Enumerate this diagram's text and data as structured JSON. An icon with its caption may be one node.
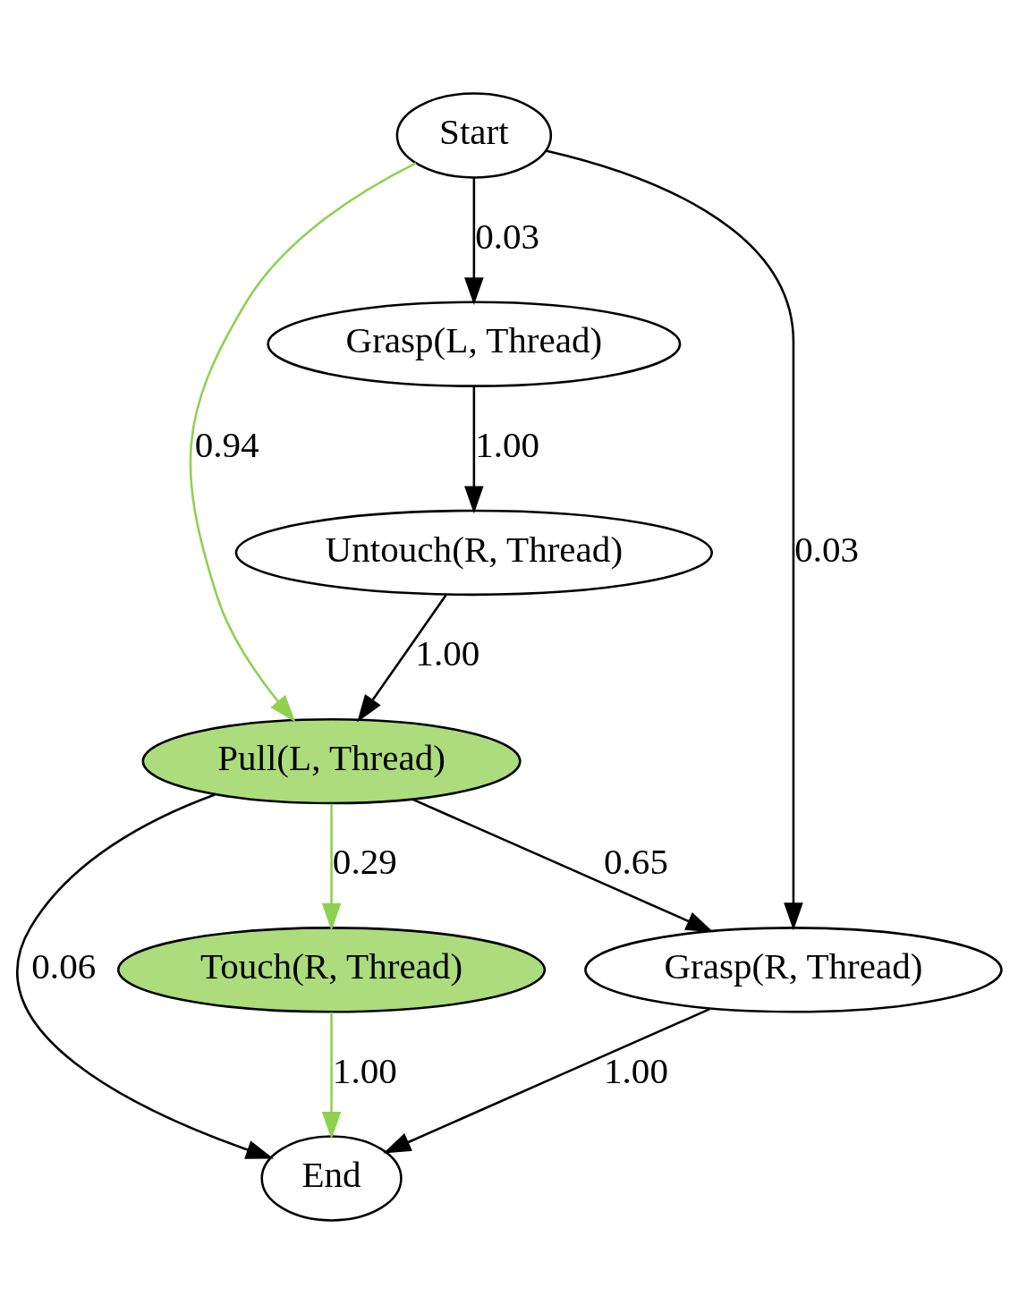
{
  "diagram": {
    "nodes": [
      {
        "text": [
          "Start"
        ]
      },
      {
        "text": [
          "Grasp(L, Thread)"
        ]
      },
      {
        "text": [
          "Untouch(R, Thread)"
        ]
      },
      {
        "text": [
          "Pull(L, Thread)"
        ]
      },
      {
        "text": [
          "Touch(R, Thread)"
        ]
      },
      {
        "text": [
          "Grasp(R, Thread)"
        ]
      },
      {
        "text": [
          "End"
        ]
      }
    ],
    "edges": [
      {
        "from": 0,
        "to": 1,
        "arrow": "to",
        "label": "0.03"
      },
      {
        "from": 0,
        "to": 3,
        "arrow": "to",
        "label": "0.94",
        "color": "#8fd14f"
      },
      {
        "from": 0,
        "to": 5,
        "arrow": "to",
        "label": "0.03"
      },
      {
        "from": 1,
        "to": 2,
        "arrow": "to",
        "label": "1.00"
      },
      {
        "from": 2,
        "to": 3,
        "arrow": "to",
        "label": "1.00"
      },
      {
        "from": 3,
        "to": 6,
        "arrow": "to",
        "label": "0.06"
      },
      {
        "from": 3,
        "to": 4,
        "arrow": "to",
        "label": "0.29",
        "color": "#8fd14f"
      },
      {
        "from": 3,
        "to": 5,
        "arrow": "to",
        "label": "0.65"
      },
      {
        "from": 4,
        "to": 6,
        "arrow": "to",
        "label": "1.00",
        "color": "#8fd14f"
      },
      {
        "from": 5,
        "to": 6,
        "arrow": "to",
        "label": "1.00"
      }
    ]
  }
}
